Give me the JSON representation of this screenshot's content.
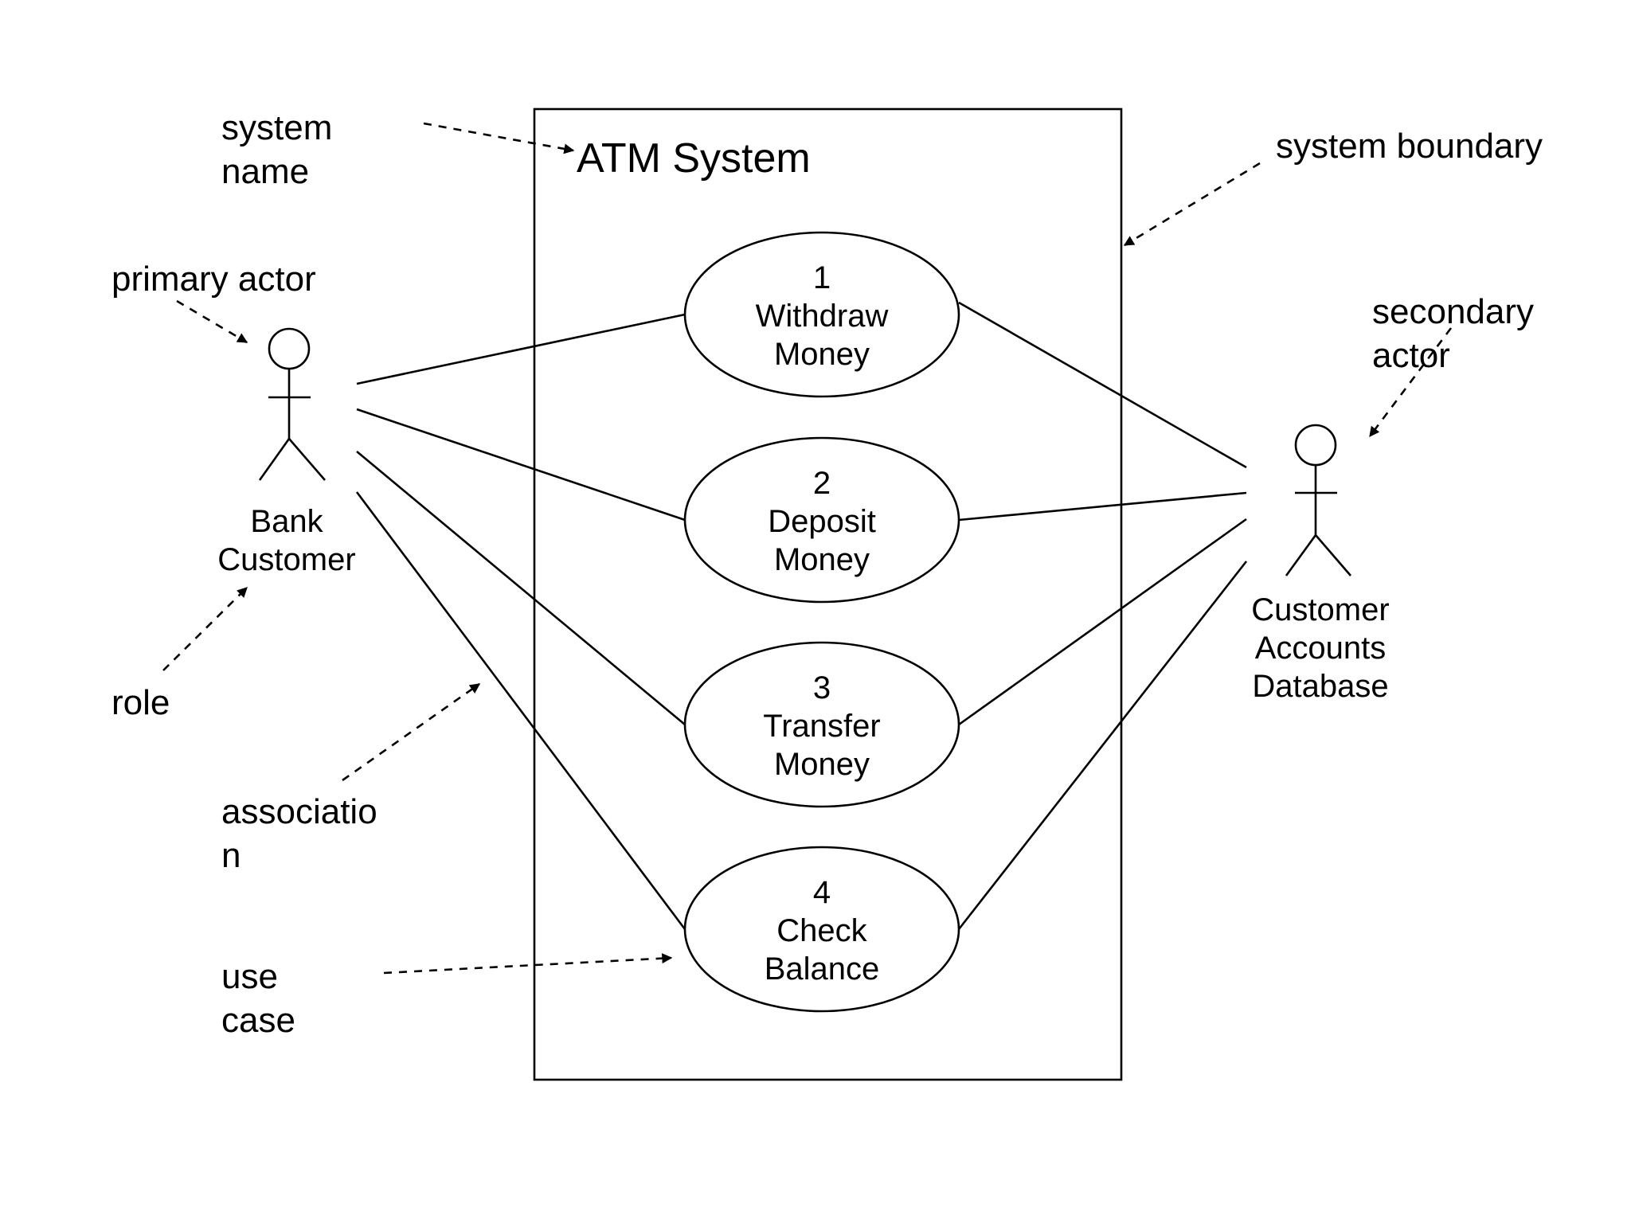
{
  "system": {
    "title": "ATM System"
  },
  "use_cases": [
    {
      "number": "1",
      "line1": "Withdraw",
      "line2": "Money"
    },
    {
      "number": "2",
      "line1": "Deposit",
      "line2": "Money"
    },
    {
      "number": "3",
      "line1": "Transfer",
      "line2": "Money"
    },
    {
      "number": "4",
      "line1": "Check",
      "line2": "Balance"
    }
  ],
  "actors": {
    "primary": {
      "line1": "Bank",
      "line2": "Customer"
    },
    "secondary": {
      "line1": "Customer",
      "line2": "Accounts",
      "line3": "Database"
    }
  },
  "annotations": {
    "system_name": {
      "line1": "system",
      "line2": "name"
    },
    "system_boundary": "system boundary",
    "primary_actor": "primary actor",
    "secondary_actor": {
      "line1": "secondary",
      "line2": "actor"
    },
    "role": "role",
    "association": {
      "line1": "associatio",
      "line2": "n"
    },
    "use_case": {
      "line1": "use",
      "line2": "case"
    }
  },
  "colors": {
    "stroke": "#000000",
    "background": "#ffffff"
  }
}
